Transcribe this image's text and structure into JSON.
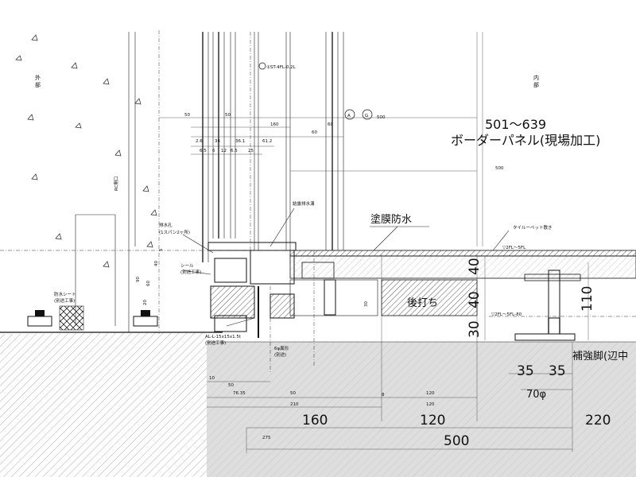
{
  "labels": {
    "exterior": "外\n部",
    "interior": "内\n部",
    "rc_opening": "RC開口",
    "sash_mark": "①ST-4FL-0.2L",
    "grid_a": "A",
    "grid_g": "G",
    "grid_offset": "500",
    "border_panel_size": "501～639",
    "border_panel": "ボーダーパネル(現場加工)",
    "waterproof_coating": "塗膜防水",
    "post_cast": "後打ち",
    "tile_carpet": "タイルーペット敷き",
    "level_2fl": "▽2FL～5FL",
    "level_2fl_sl": "▽2FL～5FL-80",
    "drain_hole": "排水孔",
    "drain_hole_spec": "(1スパン2ヶ所)",
    "seal": "シール",
    "seal_note": "(別途工事)",
    "waterproof_sheet": "防水シート",
    "waterproof_sheet_note": "(別途工事)",
    "angle": "AL-L-15x15x1.5t",
    "angle_note": "(別途工事)",
    "anchor": "6φ異形",
    "anchor_note": "(別途)",
    "drain_gutter": "結露排水溝",
    "reinforcing_leg": "補強脚(辺中",
    "dia_70": "70φ"
  },
  "dimensions": {
    "d50a": "50",
    "d50b": "50",
    "d160_top": "160",
    "d60a": "60",
    "d60b": "60",
    "d2_6": "2.6",
    "d36": "36",
    "d36_1": "36.1",
    "d61_2": "61.2",
    "d6_5a": "6.5",
    "d6_b": "6",
    "d12": "12",
    "d6_5b": "6.5",
    "d25": "25",
    "d500_upper": "500",
    "d40_a": "40",
    "d40_b": "40",
    "d30_a": "30",
    "d110": "110",
    "d35_a": "35",
    "d35_b": "35",
    "d5": "5",
    "d40_c": "40",
    "d60_c": "60",
    "d90": "90",
    "d20": "20",
    "d30_b": "30",
    "d10": "10",
    "d50_c": "50",
    "d76_35": "76.35",
    "d50_d": "50",
    "d210": "210",
    "d120_a": "120",
    "d120_b": "120",
    "d160": "160",
    "d120": "120",
    "d220": "220",
    "d500": "500",
    "d275": "275",
    "d8": "8"
  }
}
